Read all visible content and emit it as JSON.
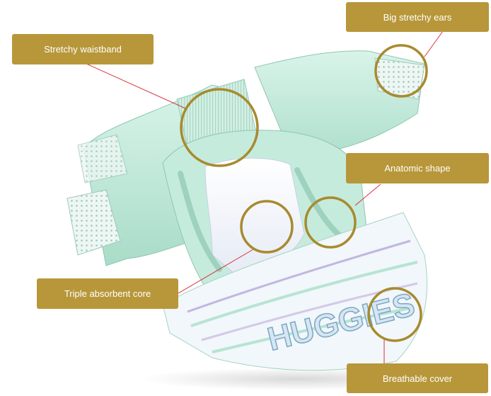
{
  "labels": {
    "stretchy_waistband": "Stretchy waistband",
    "big_stretchy_ears": "Big stretchy ears",
    "anatomic_shape": "Anatomic shape",
    "triple_absorbent_core": "Triple absorbent core",
    "breathable_cover": "Breathable cover"
  },
  "brand_text": "HUGGIES",
  "colors": {
    "label_bg": "#b8973a",
    "label_text": "#ffffff",
    "callout_circle": "#a88a2e",
    "leader_line": "#d6323c",
    "diaper_mint": "#c9ede0",
    "diaper_white": "#f6f8fb"
  }
}
